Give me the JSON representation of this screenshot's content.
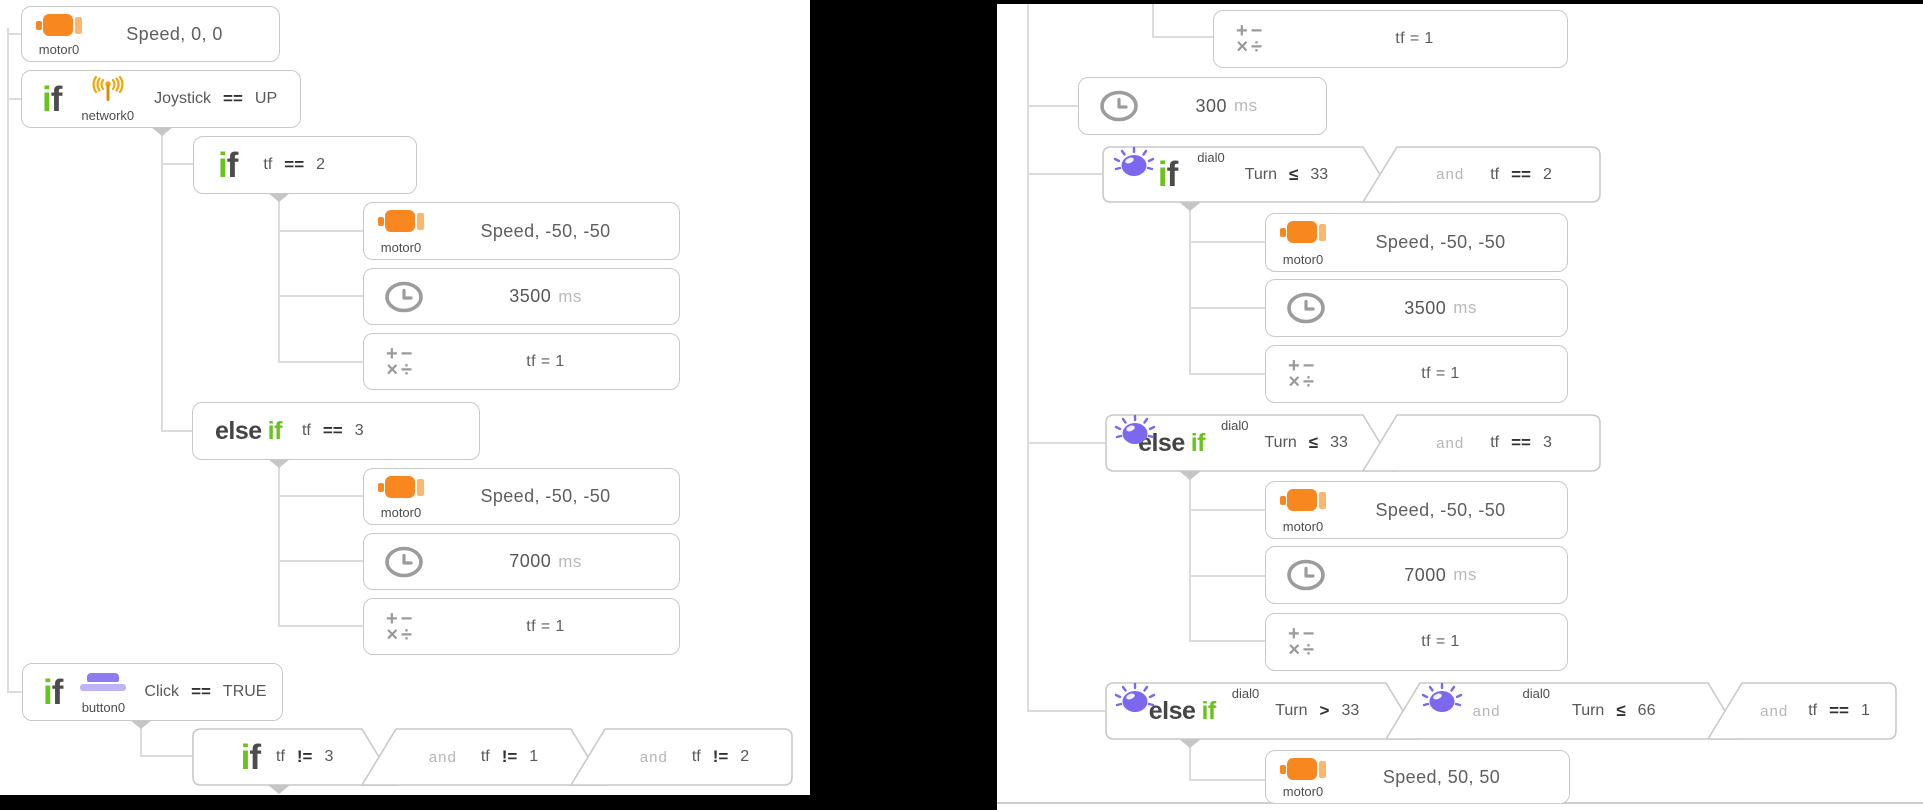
{
  "colors": {
    "background": "#000000",
    "panel": "#ffffff",
    "block_border": "#c9c9c9",
    "connector": "#dcdcdc",
    "if_green": "#6ac21d",
    "keyword_gray": "#4c4c4c",
    "motor_orange": "#f8871f",
    "motor_orange_light": "#fbb670",
    "antenna_gold": "#f0a60e",
    "button_purple": "#8d7bef",
    "button_purple_light": "#beb3f8",
    "dial_violet": "#7b68ee",
    "icon_gray": "#9c9c9c",
    "text_gray": "#585858",
    "muted_text": "#b9b9b9"
  },
  "keywords": {
    "if_i": "i",
    "if_f": "f",
    "else": "else",
    "if": "if",
    "and": "and"
  },
  "modules": {
    "motor": "motor0",
    "network": "network0",
    "button": "button0",
    "dial": "dial0"
  },
  "icons": {
    "math_row1": "+−",
    "math_row2": "×÷"
  },
  "left": {
    "motor1": {
      "text": "Speed, 0, 0"
    },
    "if_joystick": {
      "lhs": "Joystick",
      "op": "==",
      "rhs": "UP"
    },
    "if_tf2": {
      "lhs": "tf",
      "op": "==",
      "rhs": "2"
    },
    "s1_motor": {
      "text": "Speed, -50, -50"
    },
    "s1_delay": {
      "value": "3500",
      "unit": "ms"
    },
    "s1_math": {
      "text": "tf = 1"
    },
    "elseif_tf3": {
      "lhs": "tf",
      "op": "==",
      "rhs": "3"
    },
    "s2_motor": {
      "text": "Speed, -50, -50"
    },
    "s2_delay": {
      "value": "7000",
      "unit": "ms"
    },
    "s2_math": {
      "text": "tf = 1"
    },
    "if_click": {
      "lhs": "Click",
      "op": "==",
      "rhs": "TRUE"
    },
    "chain": {
      "c1": {
        "lhs": "tf",
        "op": "!=",
        "rhs": "3"
      },
      "c2": {
        "lhs": "tf",
        "op": "!=",
        "rhs": "1"
      },
      "c3": {
        "lhs": "tf",
        "op": "!=",
        "rhs": "2"
      }
    }
  },
  "right": {
    "math_top": {
      "text": "tf = 1"
    },
    "delay300": {
      "value": "300",
      "unit": "ms"
    },
    "chain1": {
      "c1": {
        "lhs": "Turn",
        "op": "≤",
        "rhs": "33"
      },
      "c2": {
        "lhs": "tf",
        "op": "==",
        "rhs": "2"
      }
    },
    "g1_motor": {
      "text": "Speed, -50, -50"
    },
    "g1_delay": {
      "value": "3500",
      "unit": "ms"
    },
    "g1_math": {
      "text": "tf = 1"
    },
    "chain2": {
      "c1": {
        "lhs": "Turn",
        "op": "≤",
        "rhs": "33"
      },
      "c2": {
        "lhs": "tf",
        "op": "==",
        "rhs": "3"
      }
    },
    "g2_motor": {
      "text": "Speed, -50, -50"
    },
    "g2_delay": {
      "value": "7000",
      "unit": "ms"
    },
    "g2_math": {
      "text": "tf = 1"
    },
    "chain3": {
      "c1": {
        "lhs": "Turn",
        "op": ">",
        "rhs": "33"
      },
      "c2": {
        "lhs": "Turn",
        "op": "≤",
        "rhs": "66"
      },
      "c3": {
        "lhs": "tf",
        "op": "==",
        "rhs": "1"
      }
    },
    "g3_motor": {
      "text": "Speed, 50, 50"
    }
  }
}
